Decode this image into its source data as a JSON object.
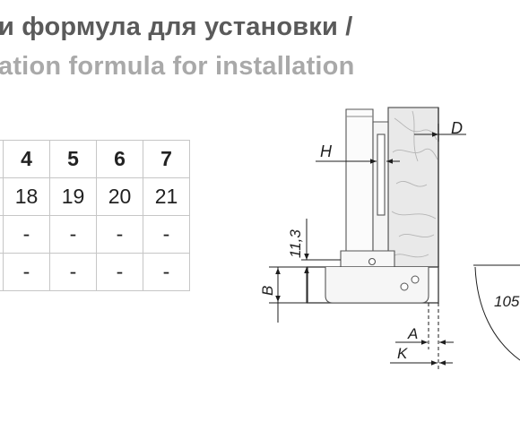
{
  "title": {
    "ru": "и формула для установки /",
    "en": "ation formula for installation"
  },
  "table": {
    "header": [
      "4",
      "5",
      "6",
      "7"
    ],
    "rows": [
      [
        "18",
        "19",
        "20",
        "21"
      ],
      [
        "-",
        "-",
        "-",
        "-"
      ],
      [
        "-",
        "-",
        "-",
        "-"
      ]
    ]
  },
  "diagram": {
    "labels": {
      "D": "D",
      "H": "H",
      "height": "11,3",
      "B": "B",
      "A": "A",
      "K": "K",
      "angle": "105"
    }
  }
}
